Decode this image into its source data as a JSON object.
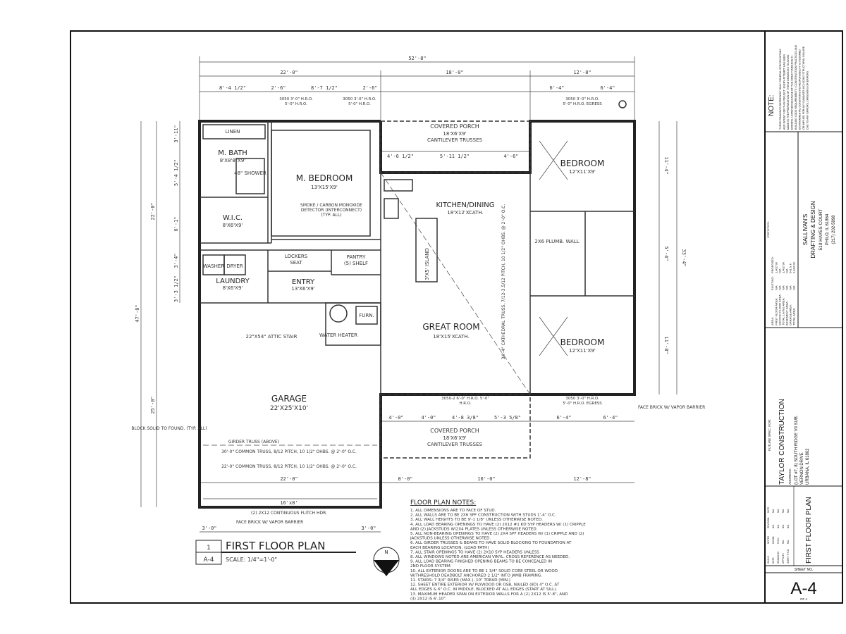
{
  "rooms": {
    "m_bedroom": {
      "name": "M. BEDROOM",
      "size": "13'X15'X9'"
    },
    "m_bath": {
      "name": "M. BATH",
      "size": "8'X8'8\"X9'"
    },
    "wic": {
      "name": "W.I.C.",
      "size": "8'X6'X9'"
    },
    "laundry": {
      "name": "LAUNDRY",
      "size": "8'X6'X9'"
    },
    "entry": {
      "name": "ENTRY",
      "size": "13'X6'X9'"
    },
    "kitchen": {
      "name": "KITCHEN/DINING",
      "size": "18'X12'XCATH."
    },
    "great_room": {
      "name": "GREAT ROOM",
      "size": "18'X15'XCATH."
    },
    "bedroom1": {
      "name": "BEDROOM",
      "size": "12'X11'X9'"
    },
    "bedroom2": {
      "name": "BEDROOM",
      "size": "12'X11'X9'"
    },
    "garage": {
      "name": "GARAGE",
      "size": "22'X25'X10'"
    },
    "porch_top": {
      "name": "COVERED PORCH",
      "size": "18'X6'X9'",
      "note": "CANTILEVER TRUSSES"
    },
    "porch_bottom": {
      "name": "COVERED PORCH",
      "size": "18'X6'X9'",
      "note": "CANTILEVER TRUSSES"
    },
    "pantry": {
      "name": "PANTRY",
      "size": "(5) SHELF"
    },
    "lockers": {
      "name": "LOCKERS",
      "size": "SEAT"
    },
    "washer": "WASHER",
    "dryer": "DRYER",
    "furn": "FURN.",
    "water_heater": "WATER HEATER",
    "linen": "LINEN",
    "shower": "48\" SHOWER",
    "plumb_wall": "2X6 PLUMB. WALL",
    "attic_stair": "22\"X54\" ATTIC STAIR",
    "smoke": "SMOKE / CARBON MONOXIDE DETECTOR (INTERCONNECT) (TYP. ALL)",
    "island": "3'X5' ISLAND",
    "cathedral": "34'-4\" CATHEDRAL TRUSS, 7/12-3.5/12 PITCH, 10 1/2\" OHBS. @ 2'-0\" O.C."
  },
  "dimensions": {
    "overall": "52'-8\"",
    "top_segments": [
      "22'-0\"",
      "18'-0\"",
      "12'-8\""
    ],
    "top_detail": [
      "8'-4 1/2\"",
      "2'-6\"",
      "8'-7 1/2\"",
      "2'-6\"",
      "6'-4\"",
      "6'-4\""
    ],
    "porch_top": [
      "4'-6 1/2\"",
      "5'-11 1/2\"",
      "4'-6\""
    ],
    "porch_bottom": [
      "4'-0\"",
      "4'-0\"",
      "4'-8 3/8\"",
      "5'-3 5/8\"",
      "6'-4\"",
      "6'-4\""
    ],
    "bottom_segments": [
      "22'-0\"",
      "8'-0\"",
      "10'-0\"",
      "12'-8\""
    ],
    "garage_bottom": [
      "3'-0\"",
      "16'x8'",
      "3'-0\""
    ],
    "left_overall": "47'-0\"",
    "left_segments": [
      "22'-0\"",
      "25'-0\""
    ],
    "left_detail": [
      "3'-11\"",
      "5'-4 1/2\"",
      "6'-1\"",
      "3'-4\"",
      "3'-3 1/2\""
    ],
    "right_overall": "33'-4\"",
    "right_segments": [
      "11'-4\"",
      "5'-4\"",
      "11'-8\""
    ]
  },
  "callouts": {
    "windows_top": [
      "3050 3'-0\" H.R.O. 5'-0\" H.R.O.",
      "3050 3'-0\" H.R.O. 5'-0\" H.R.O.",
      "3050 3'-0\" H.R.O. 5'-0\" H.R.O. EGRESS"
    ],
    "windows_bottom": [
      "3050-2 6'-0\" H.R.O. 5'-0\" H.R.O.",
      "3050 3'-0\" H.R.O. 5'-0\" H.R.O. EGRESS"
    ],
    "block_solid": "BLOCK SOLID TO FOUND. (TYP. ALL)",
    "face_brick_right": "FACE BRICK W/ VAPOR BARRIER",
    "face_brick_left": "FACE BRICK W/ VAPOR BARRIER",
    "girder_truss": "GIRDER TRUSS (ABOVE)",
    "common_truss_1": "30'-0\" COMMON TRUSS, 8/12 PITCH, 10 1/2\" OHBS. @ 2'-0\" O.C.",
    "common_truss_2": "22'-0\" COMMON TRUSS, 8/12 PITCH, 10 1/2\" OHBS. @ 2'-0\" O.C.",
    "flitch": "(2) 2X12 CONTINUOUS FLITCH HDR."
  },
  "plan_title": {
    "number": "1",
    "sheet": "A-4",
    "name": "FIRST FLOOR PLAN",
    "scale": "SCALE: 1/4\"=1'-0\"",
    "north": "N"
  },
  "notes": {
    "title": "FLOOR PLAN NOTES:",
    "items": [
      "1. ALL DIMENSIONS ARE TO FACE OF STUD.",
      "2. ALL WALLS ARE TO BE 2X6 SPF CONSTRUCTION WITH STUDS 1'-4\" O.C.",
      "3. ALL WALL HEIGHTS TO BE 9'-1 1/8\" UNLESS OTHERWISE NOTED.",
      "4. ALL LOAD BEARING OPENINGS TO HAVE (2) 2X12 #1 KD SYP HEADERS W/ (1) CRIPPLE",
      "   AND (2) JACKSTUDS W/2X4 PLATES UNLESS OTHERWISE NOTED.",
      "5. ALL NON-BEARING OPENINGS TO HAVE (2) 2X4 SPF HEADERS W/ (1) CRIPPLE AND (2)",
      "   JACKSTUDS UNLESS OTHERWISE NOTED.",
      "6. ALL GIRDER TRUSSES & BEAMS TO HAVE SOLID BLOCKING TO FOUNDATION AT",
      "   EACH BEARING LOCATION. (LOAD PATH)",
      "7. ALL STAIR OPENINGS TO HAVE (2) 2X10 SYP HEADERS UNLESS",
      "8. ALL WINDOWS NOTED ARE AMERICAN VINYL. CROSS REFERENCE AS NEEDED.",
      "9. ALL LOAD BEARING FINISHED OPENING BEAMS TO BE CONCEALED IN",
      "   2ND FLOOR SYSTEM.",
      "10. ALL EXTERIOR DOORS ARE TO BE 1 3/4\" SOLID CORE STEEL OR WOOD",
      "   W/THRESHOLD DEADBOLT ANCHORED 2 1/2\" INTO JAMB FRAMING.",
      "11. STAIRS: 7 3/4\" RISER (MAX.), 10\" TREAD (MIN.)",
      "12. SHEET ENTIRE EXTERIOR W/ PLYWOOD OR OSB, NAILED (8D) 4\" O.C. AT",
      "   ALL EDGES & 6\" O.C. IN MIDDLE, BLOCKED AT ALL EDGES (START AT SILL).",
      "13. MAXIMUM HEADER SPAN ON EXTERIOR WALLS FOR A (2) 2X12 IS 5'-8\", AND",
      "   (3) 2X12 IS 6'-10\"."
    ]
  },
  "title_block": {
    "note_title": "NOTE:",
    "note_text": [
      "THESE DRAWINGS REPRESENT ONLY GENERAL SPECIFICATIONS",
      "AND INTENT FOR THIS PROJECT. EVERY ATTEMPT HAS BEEN",
      "MADE IN THE PREPARATION OF THESE DRAWINGS TO AVOID",
      "ERRORS. HOWEVER BECAUSE OF THE GREAT VARIENCE IN",
      "BUILDING CODE REQUIREMENTS / CONSTRUCTION PRACTICES AND",
      "ENVIRONMENTAL CONDITIONS NO RESPONSIBILITY IS ASSUMED",
      "OR IMPLIED FOR ANY DAMAGES INCLUDING STRUCTURAL FAILURE",
      "DUE TO ANY ERRORS, OMISSIONS OR ERRORS."
    ],
    "firm": [
      "SALLIVAN'S",
      "DRAFTING & DESIGN",
      "510 HAYES COURT",
      "PHILO, IL 61864",
      "(217) 202-5998"
    ],
    "stats_title": "STATISTICS:",
    "stats_headers": [
      "AREA:",
      "EXISTING:",
      "PROPOSED:"
    ],
    "stats_rows": [
      [
        "FIRST FLOOR AREA:",
        "N/A",
        "1,402 SF."
      ],
      [
        "SECOND FLOOR AREA:",
        "N/A",
        "N/A"
      ],
      [
        "TOTAL LIVING AREA:",
        "N/A",
        "1,402 SF."
      ],
      [
        "BASEMENT AREA:",
        "N/A",
        "N/A"
      ],
      [
        "GARAGE AREA:",
        "N/A",
        "541 S.F."
      ],
      [
        "TOTAL AREA:",
        "N/A",
        "1,944 SF."
      ]
    ],
    "future_spec": "FUTURE SPEC. FOR:",
    "client": "TAYLOR CONSTRUCTION",
    "address_label": "ADDRESS:",
    "address": [
      "(LOT #7, 8) SOUTH RIDGE VII SUB.",
      "VERNON DRIVE",
      "URBANA, IL 61802"
    ],
    "info_headers": [
      "SCALE:",
      "NOTED",
      "REVISION:",
      "DATE:"
    ],
    "info_rows": [
      [
        "DATE:",
        "11/2/08",
        "N/A",
        "N/A"
      ],
      [
        "DRAWN BY:",
        "R.S.D.",
        "N/A",
        "N/A"
      ],
      [
        "APP'D BY:",
        "N/A",
        "N/A",
        "N/A"
      ],
      [
        "SHEET TITLE:",
        "N/A",
        "N/A",
        "N/A"
      ]
    ],
    "sheet_title": "FIRST FLOOR PLAN",
    "sheet_no_label": "SHEET NO.",
    "sheet_no": "A-4",
    "of": "OF 4"
  }
}
